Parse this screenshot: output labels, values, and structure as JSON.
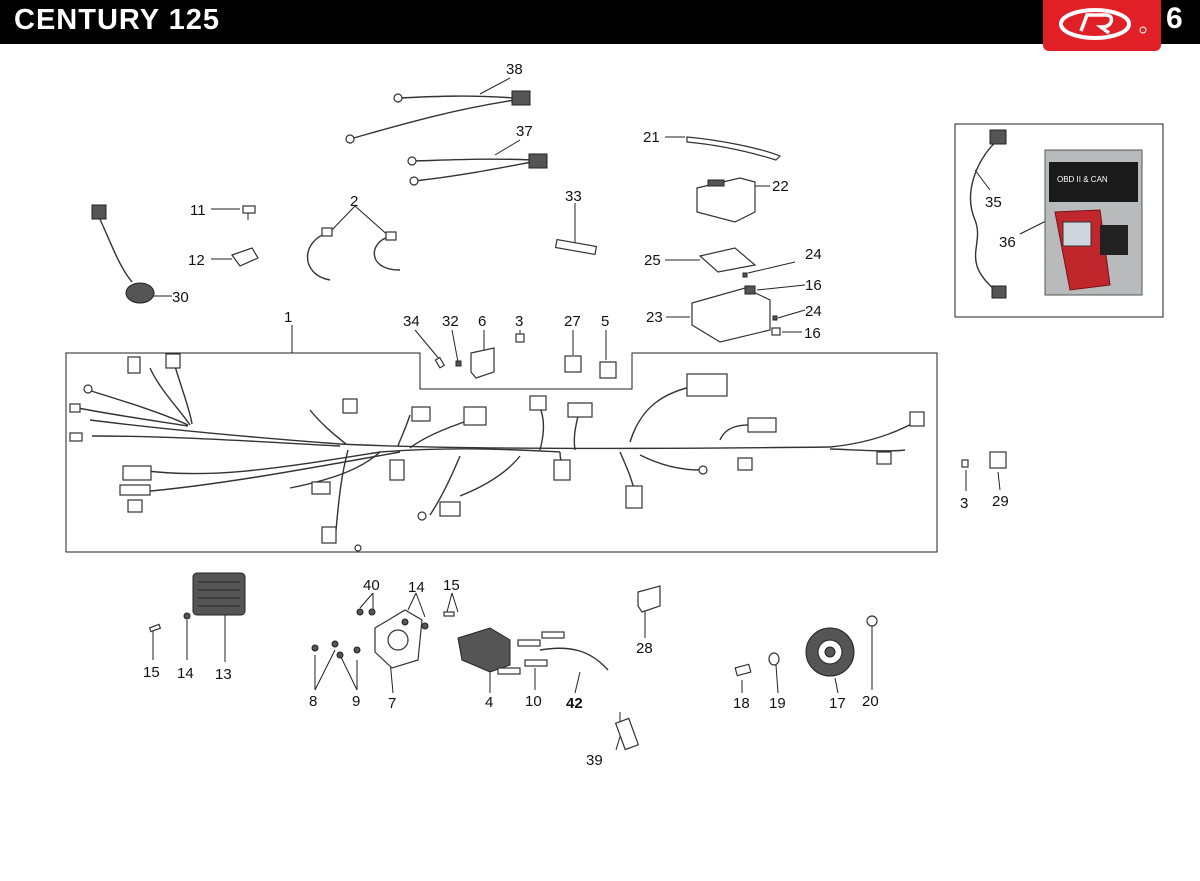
{
  "header": {
    "title": "CENTURY 125",
    "page_number": "6"
  },
  "logo": {
    "name": "rieju-logo",
    "color": "#e11f26"
  },
  "inset": {
    "product_label": "OBD II & CAN"
  },
  "callouts": [
    "1",
    "2",
    "3",
    "3",
    "4",
    "5",
    "6",
    "7",
    "8",
    "9",
    "10",
    "11",
    "12",
    "13",
    "14",
    "14",
    "15",
    "15",
    "16",
    "16",
    "17",
    "18",
    "19",
    "20",
    "21",
    "22",
    "23",
    "24",
    "24",
    "25",
    "27",
    "28",
    "29",
    "30",
    "32",
    "33",
    "34",
    "35",
    "36",
    "37",
    "38",
    "39",
    "40",
    "42"
  ]
}
